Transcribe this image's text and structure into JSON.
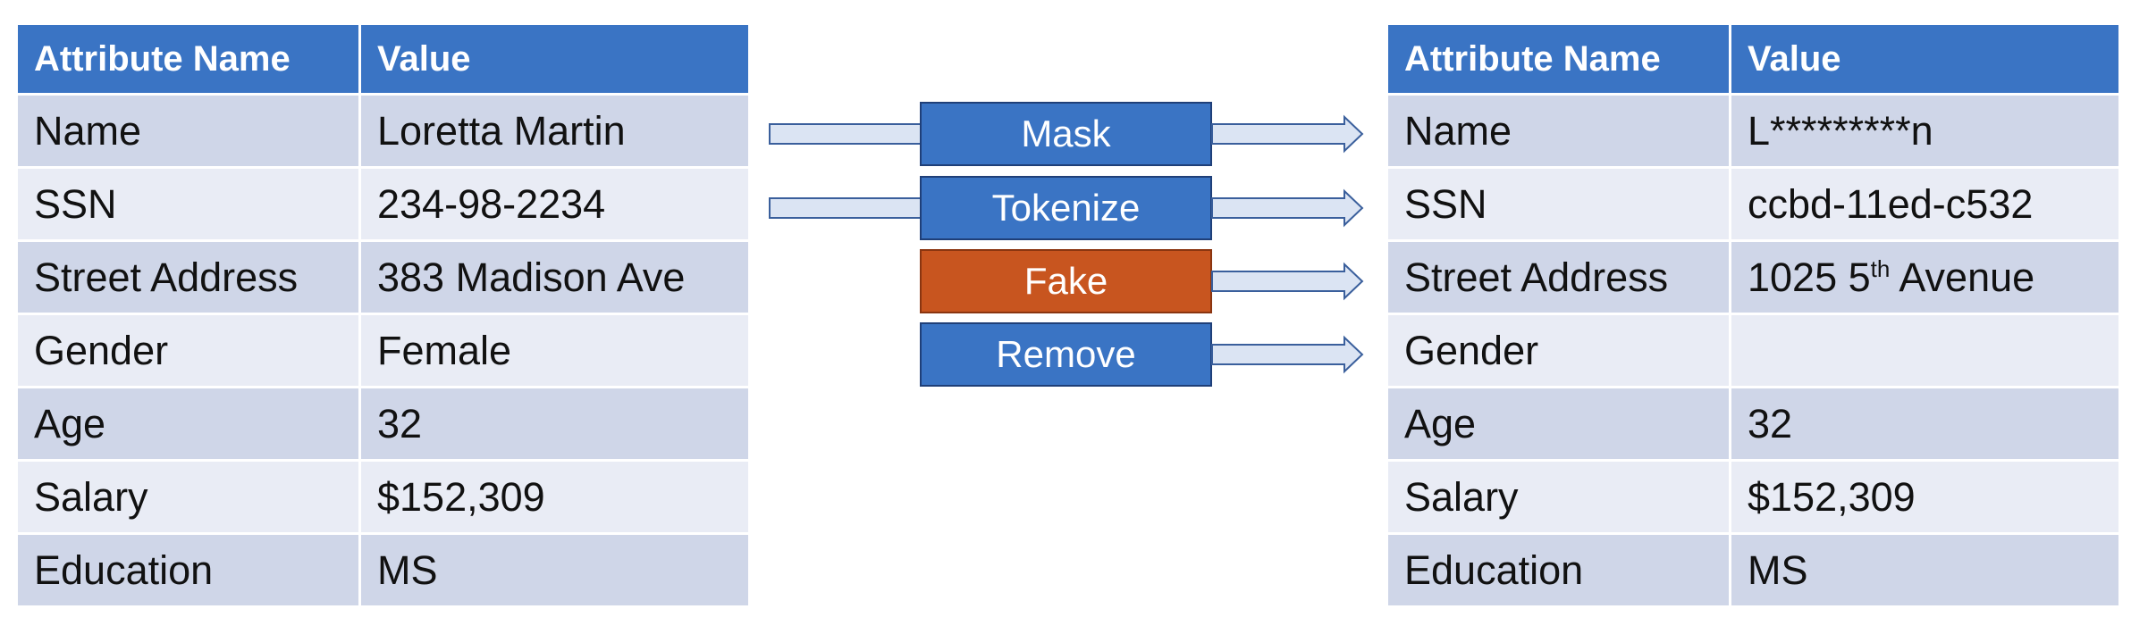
{
  "left_table": {
    "header": {
      "name": "Attribute Name",
      "value": "Value"
    },
    "rows": [
      {
        "name": "Name",
        "value": "Loretta Martin"
      },
      {
        "name": "SSN",
        "value": "234-98-2234"
      },
      {
        "name": "Street Address",
        "value": "383 Madison Ave"
      },
      {
        "name": "Gender",
        "value": "Female"
      },
      {
        "name": "Age",
        "value": "32"
      },
      {
        "name": "Salary",
        "value": "$152,309"
      },
      {
        "name": "Education",
        "value": "MS"
      }
    ]
  },
  "operations": [
    {
      "label": "Mask",
      "color": "#3a74c4"
    },
    {
      "label": "Tokenize",
      "color": "#3a74c4"
    },
    {
      "label": "Fake",
      "color": "#c8551f"
    },
    {
      "label": "Remove",
      "color": "#3a74c4"
    }
  ],
  "right_table": {
    "header": {
      "name": "Attribute Name",
      "value": "Value"
    },
    "rows": [
      {
        "name": "Name",
        "value": "L*********n"
      },
      {
        "name": "SSN",
        "value": "ccbd-11ed-c532"
      },
      {
        "name": "Street Address",
        "value_prefix": "1025 5",
        "value_sup": "th",
        "value_suffix": " Avenue"
      },
      {
        "name": "Gender",
        "value": ""
      },
      {
        "name": "Age",
        "value": "32"
      },
      {
        "name": "Salary",
        "value": "$152,309"
      },
      {
        "name": "Education",
        "value": "MS"
      }
    ]
  },
  "colors": {
    "header_bg": "#3a74c4",
    "row_odd": "#cfd6e8",
    "row_even": "#e9ecf5",
    "arrow_fill": "#dbe4f3",
    "arrow_stroke": "#3a5f9c"
  }
}
